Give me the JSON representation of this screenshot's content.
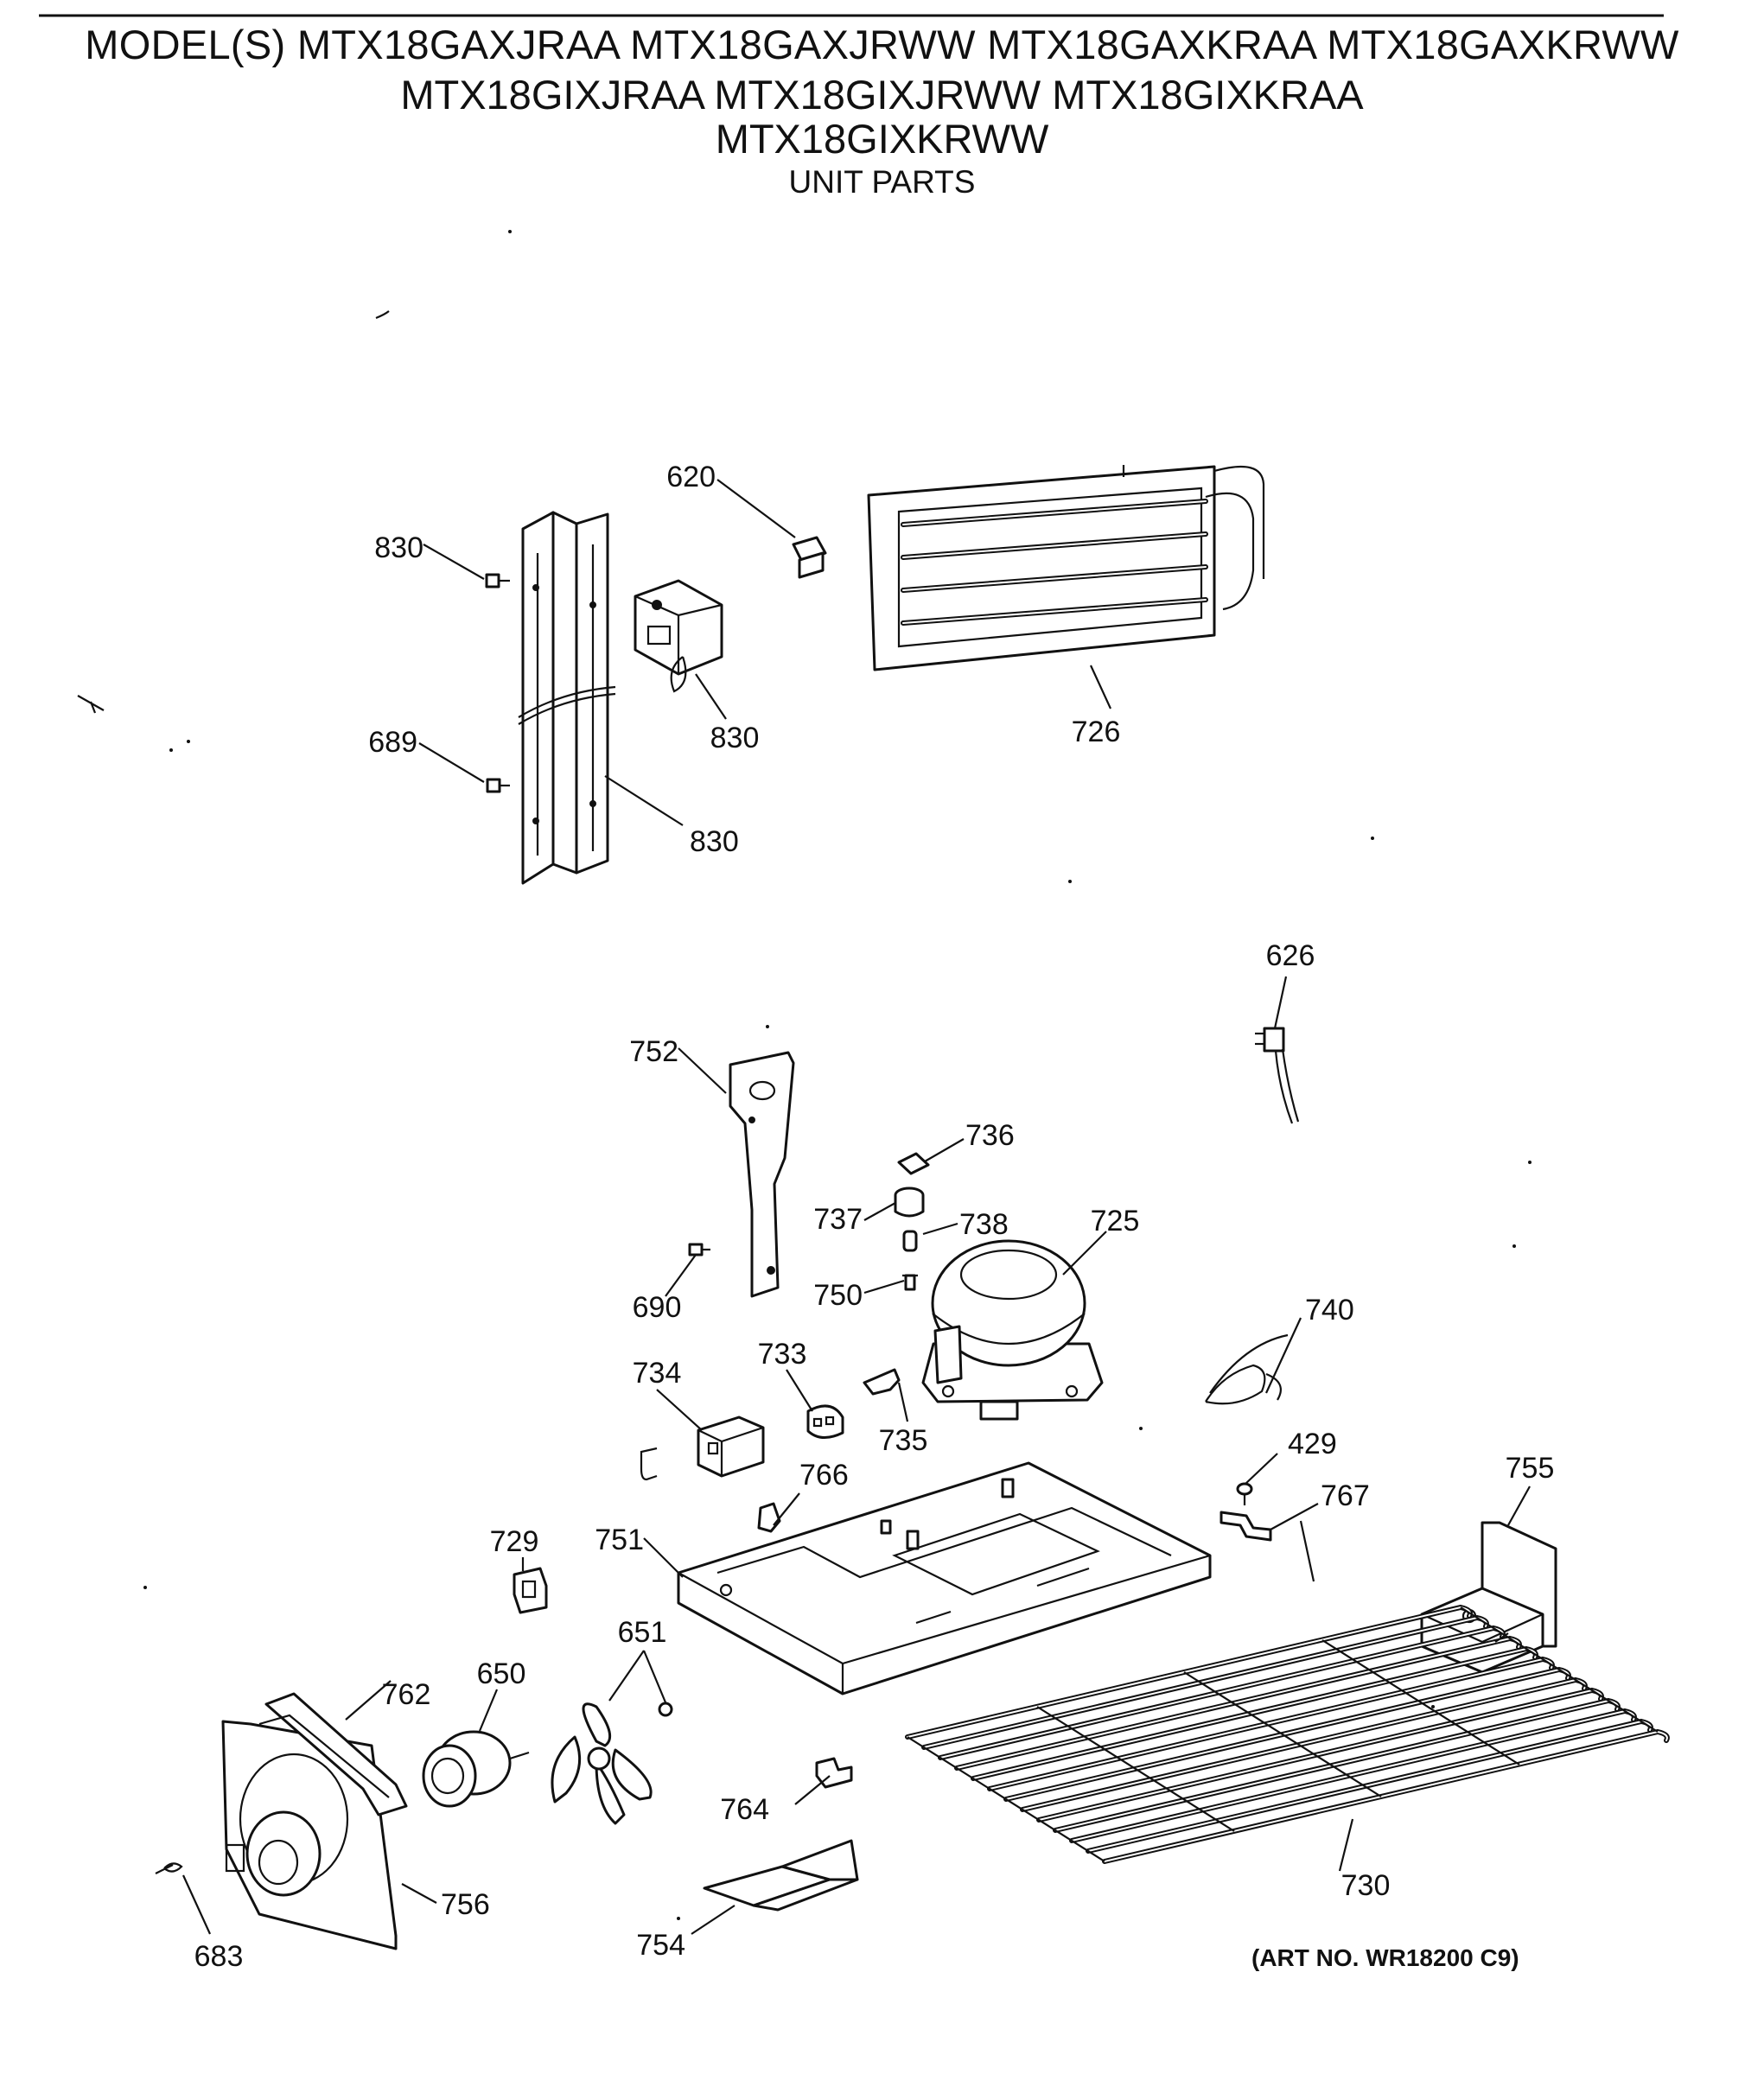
{
  "header": {
    "line1": "MODEL(S) MTX18GAXJRAA  MTX18GAXJRWW  MTX18GAXKRAA  MTX18GAXKRWW",
    "line2": "MTX18GIXJRAA  MTX18GIXJRWW  MTX18GIXKRAA",
    "line3": "MTX18GIXKRWW",
    "section": "UNIT PARTS"
  },
  "footer": {
    "art_number": "(ART NO. WR18200 C9)"
  },
  "callouts": {
    "p620": "620",
    "p830a": "830",
    "p830b": "830",
    "p830c": "830",
    "p689": "689",
    "p726": "726",
    "p626": "626",
    "p752": "752",
    "p736": "736",
    "p737": "737",
    "p738": "738",
    "p725": "725",
    "p690": "690",
    "p750": "750",
    "p740": "740",
    "p734": "734",
    "p733": "733",
    "p735": "735",
    "p429": "429",
    "p766": "766",
    "p767": "767",
    "p755": "755",
    "p729": "729",
    "p751": "751",
    "p651": "651",
    "p762": "762",
    "p650": "650",
    "p764": "764",
    "p730": "730",
    "p756": "756",
    "p683": "683",
    "p754": "754"
  }
}
